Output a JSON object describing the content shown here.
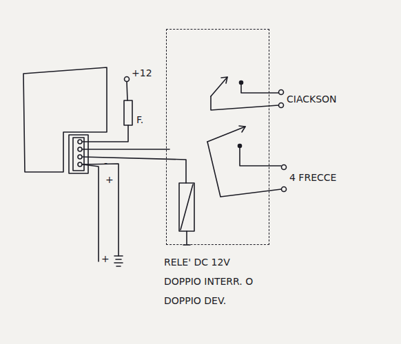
{
  "diagram": {
    "nodes": [
      {
        "text": [
          "RELE' DC 12V DOPPIO INTERR. O DOPPIO DEV."
        ]
      }
    ],
    "labels": [
      "+12",
      "F.",
      "CIACKSON",
      "4 FRECCE",
      "-",
      "+",
      "+"
    ]
  }
}
